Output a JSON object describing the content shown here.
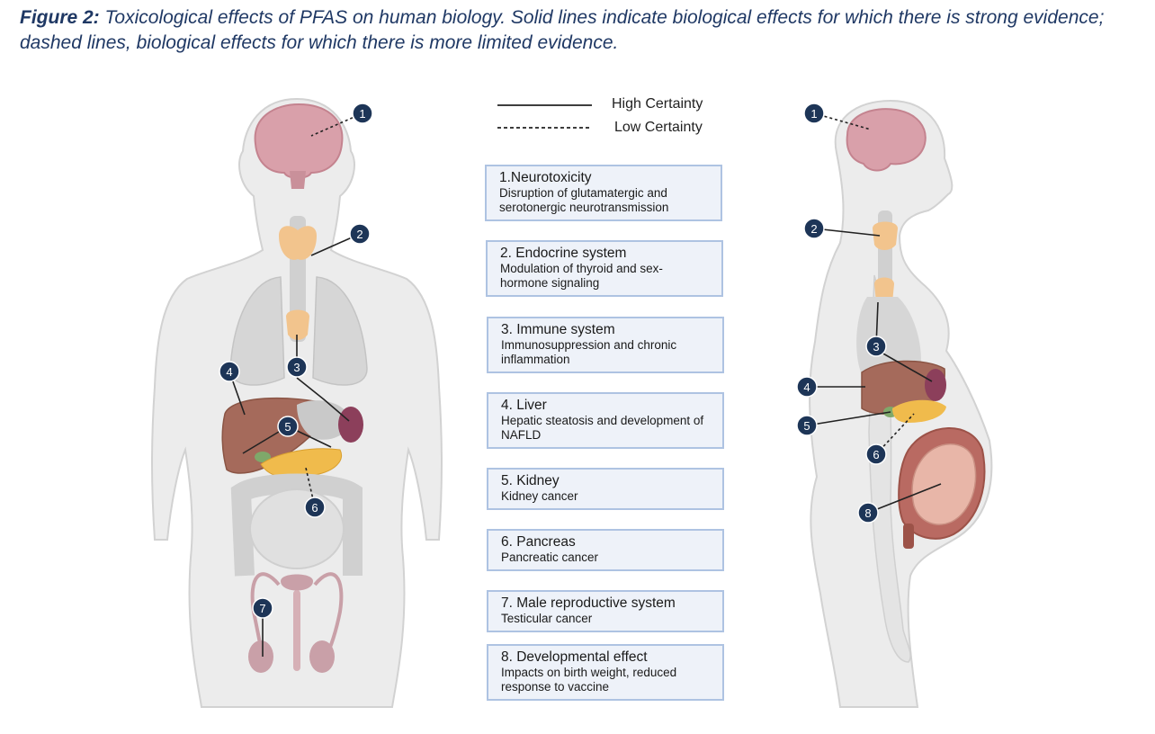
{
  "caption": {
    "label": "Figure 2:",
    "text": " Toxicological effects of PFAS on human biology.  Solid lines indicate biological effects for which there is strong evidence; dashed lines, biological effects for which there is more limited evidence."
  },
  "legend": {
    "solid_label": "High Certainty",
    "dashed_label": "Low Certainty"
  },
  "effects": [
    {
      "num": "1",
      "title": "1.Neurotoxicity",
      "desc": "Disruption of glutamatergic and serotonergic neurotransmission",
      "certainty": "low"
    },
    {
      "num": "2",
      "title": "2. Endocrine system",
      "desc": "Modulation of thyroid and sex-hormone signaling",
      "certainty": "high"
    },
    {
      "num": "3",
      "title": "3. Immune system",
      "desc": "Immunosuppression and chronic inflammation",
      "certainty": "high"
    },
    {
      "num": "4",
      "title": "4. Liver",
      "desc": "Hepatic steatosis and development of NAFLD",
      "certainty": "high"
    },
    {
      "num": "5",
      "title": "5. Kidney",
      "desc": "Kidney cancer",
      "certainty": "high"
    },
    {
      "num": "6",
      "title": "6. Pancreas",
      "desc": "Pancreatic cancer",
      "certainty": "low"
    },
    {
      "num": "7",
      "title": "7. Male reproductive system",
      "desc": "Testicular cancer",
      "certainty": "high"
    },
    {
      "num": "8",
      "title": "8. Developmental effect",
      "desc": "Impacts on birth weight, reduced response to vaccine",
      "certainty": "high"
    }
  ],
  "colors": {
    "marker": "#1d3557",
    "box_fill": "#eef2f9",
    "box_border": "#aec3e2",
    "body_fill": "#ececec",
    "brain": "#d9a0aa",
    "thyroid": "#f2c48d",
    "liver": "#a56a5b",
    "pancreas": "#f0bb4c",
    "kidney": "#8c3f5b",
    "intestine": "#d8d8d8",
    "fetus": "#e8b6a8"
  }
}
